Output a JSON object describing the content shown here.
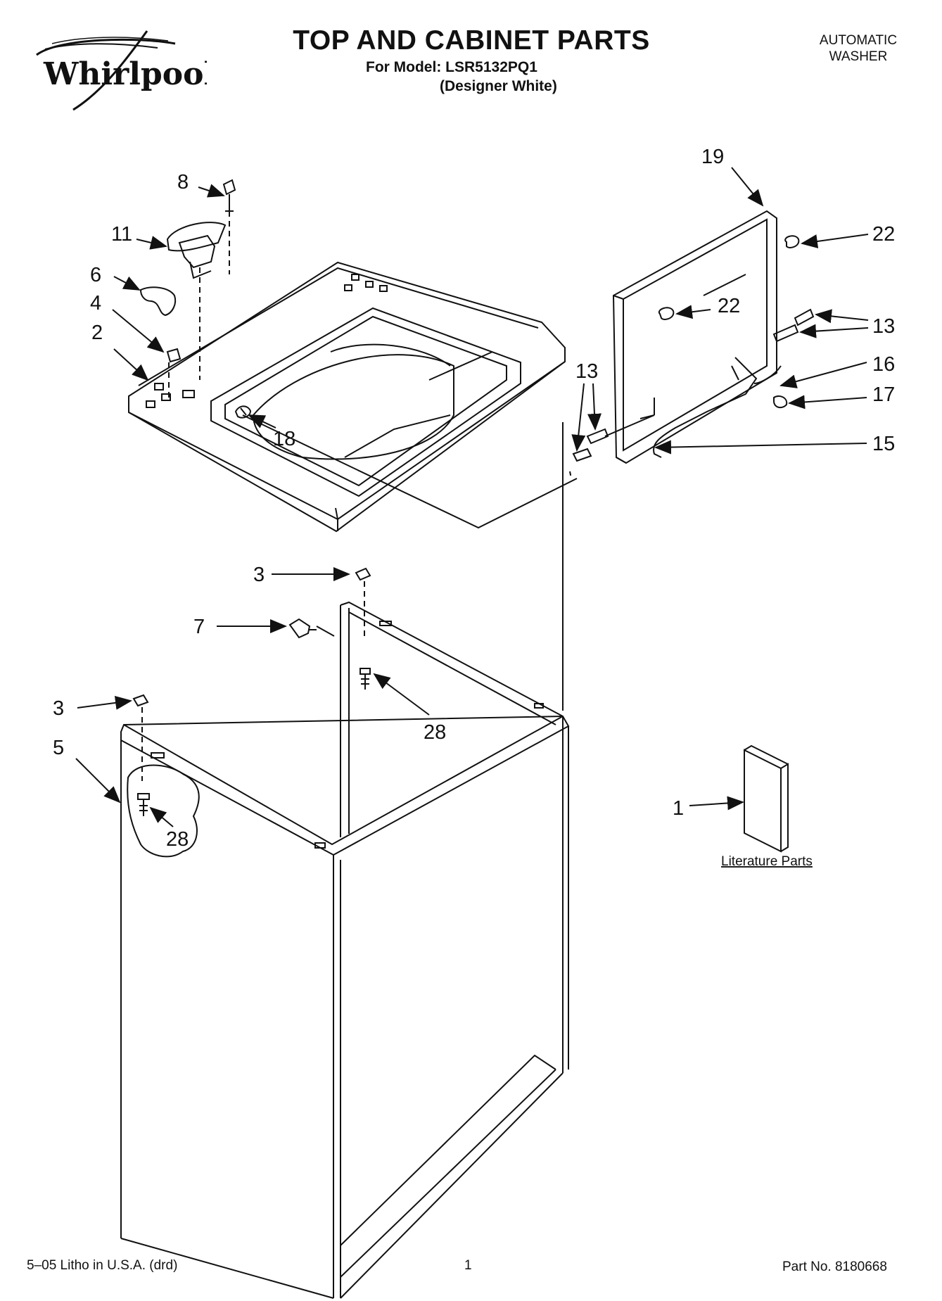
{
  "header": {
    "brand": "Whirlpool",
    "title": "TOP AND CABINET PARTS",
    "model_line": "For Model: LSR5132PQ1",
    "color_line": "(Designer White)",
    "product_line1": "AUTOMATIC",
    "product_line2": "WASHER"
  },
  "callouts": {
    "c8": "8",
    "c11": "11",
    "c6": "6",
    "c4": "4",
    "c2": "2",
    "c18": "18",
    "c19": "19",
    "c22a": "22",
    "c22b": "22",
    "c13a": "13",
    "c13b": "13",
    "c16": "16",
    "c17": "17",
    "c15": "15",
    "c3a": "3",
    "c7": "7",
    "c28a": "28",
    "c3b": "3",
    "c5": "5",
    "c28b": "28",
    "c1": "1"
  },
  "literature_label": "Literature Parts",
  "footer": {
    "litho": "5–05 Litho in U.S.A. (drd)",
    "page": "1",
    "part_no": "Part No. 8180668"
  },
  "colors": {
    "ink": "#111111",
    "paper": "#ffffff"
  }
}
